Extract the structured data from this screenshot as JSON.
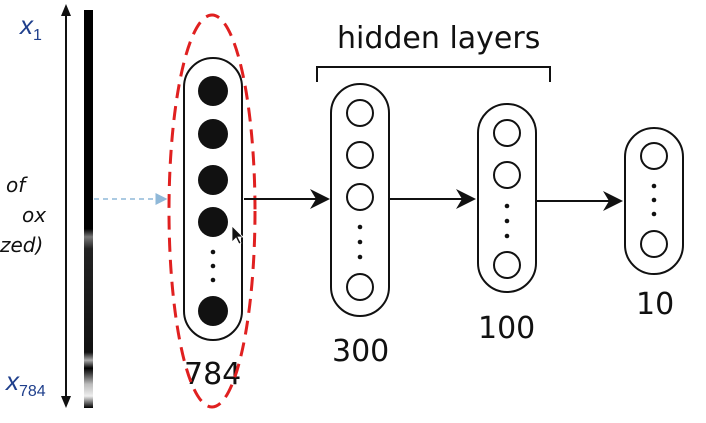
{
  "left_labels": {
    "x_top_base": "x",
    "x_top_sub": "1",
    "x_bottom_base": "x",
    "x_bottom_sub": "784",
    "side_line1": "of",
    "side_line2": "ox",
    "side_line3": "zed)"
  },
  "diagram": {
    "hidden_label": "hidden layers",
    "dots_symbol": "⋮",
    "layers": [
      {
        "label": "784",
        "kind": "input"
      },
      {
        "label": "300",
        "kind": "hidden"
      },
      {
        "label": "100",
        "kind": "hidden"
      },
      {
        "label": "10",
        "kind": "output"
      }
    ]
  },
  "colors": {
    "highlight": "#e02020",
    "stroke": "#111111",
    "label_blue": "#1f3f8c",
    "faint_arrow": "#8fb8d8"
  }
}
